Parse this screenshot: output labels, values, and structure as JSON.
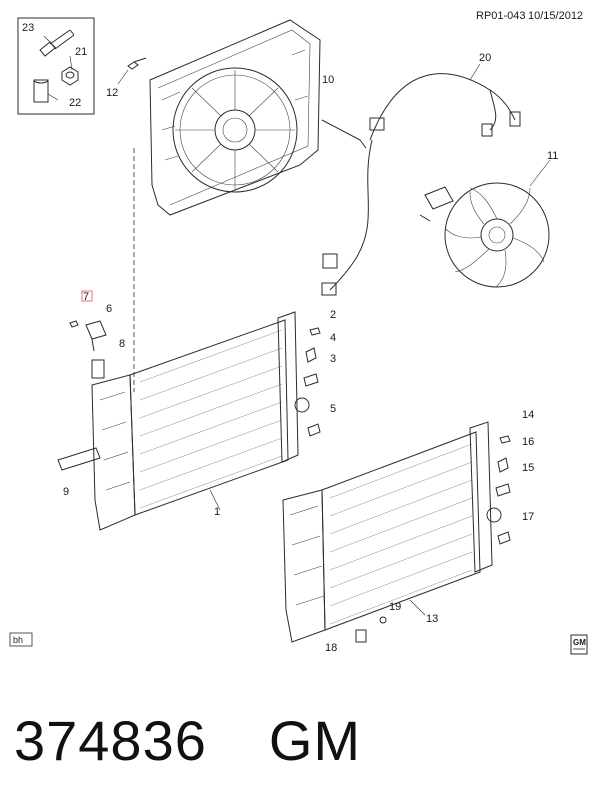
{
  "header": {
    "ref": "RP01-043",
    "date": "10/15/2012"
  },
  "callouts": [
    "1",
    "2",
    "3",
    "4",
    "5",
    "6",
    "7",
    "8",
    "9",
    "10",
    "11",
    "12",
    "13",
    "14",
    "15",
    "16",
    "17",
    "18",
    "19",
    "20",
    "21",
    "22",
    "23"
  ],
  "corner_badge": "bh",
  "logo": {
    "text": "GM",
    "subtext": "GM"
  },
  "footer": {
    "code": "374836",
    "brand": "GM"
  },
  "colors": {
    "line": "#2b2b2b",
    "highlight": "#d9534f",
    "background": "#ffffff"
  }
}
